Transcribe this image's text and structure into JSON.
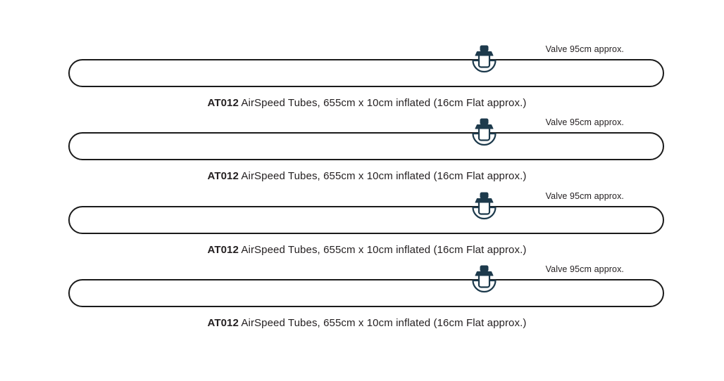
{
  "canvas": {
    "background": "#ffffff"
  },
  "colors": {
    "page_background": "#ffffff",
    "tube_outline": "#1b1b1b",
    "valve": "#1d3a4c",
    "text": "#231f20"
  },
  "icons": {
    "valve": "valve-icon"
  },
  "tubes": [
    {
      "valve_label": "Valve 95cm approx.",
      "code": "AT012",
      "description": "AirSpeed Tubes, 655cm x 10cm inflated (16cm Flat approx.)"
    },
    {
      "valve_label": "Valve 95cm approx.",
      "code": "AT012",
      "description": "AirSpeed Tubes, 655cm x 10cm inflated (16cm Flat approx.)"
    },
    {
      "valve_label": "Valve 95cm approx.",
      "code": "AT012",
      "description": "AirSpeed Tubes, 655cm x 10cm inflated (16cm Flat approx.)"
    },
    {
      "valve_label": "Valve 95cm approx.",
      "code": "AT012",
      "description": "AirSpeed Tubes, 655cm x 10cm inflated (16cm Flat approx.)"
    }
  ]
}
